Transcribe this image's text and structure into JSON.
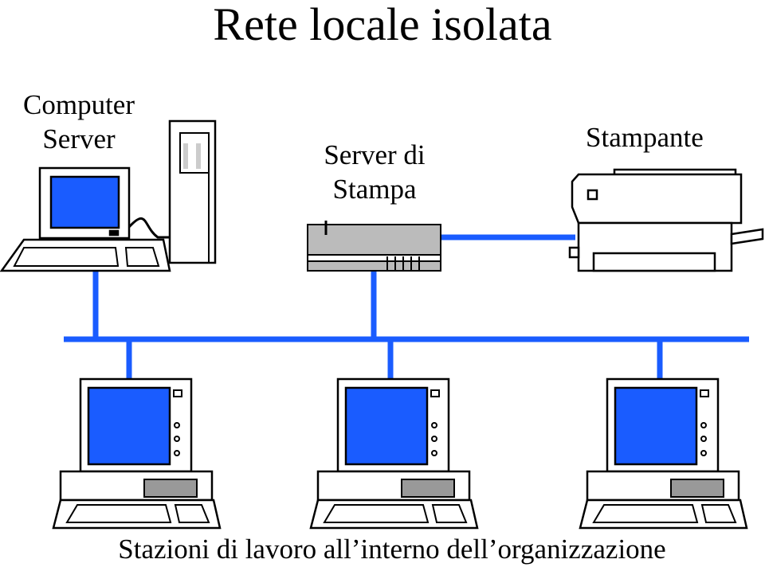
{
  "title": "Rete locale isolata",
  "nodes": {
    "server_label": "Computer\nServer",
    "print_server_label": "Server di\nStampa",
    "printer_label": "Stampante",
    "workstations_label": "Stazioni di lavoro all’interno dell’organizzazione"
  },
  "colors": {
    "network_line": "#1a5cff",
    "screen": "#1a5cff",
    "outline": "#000000",
    "fill": "#ffffff",
    "gray": "#999999"
  }
}
